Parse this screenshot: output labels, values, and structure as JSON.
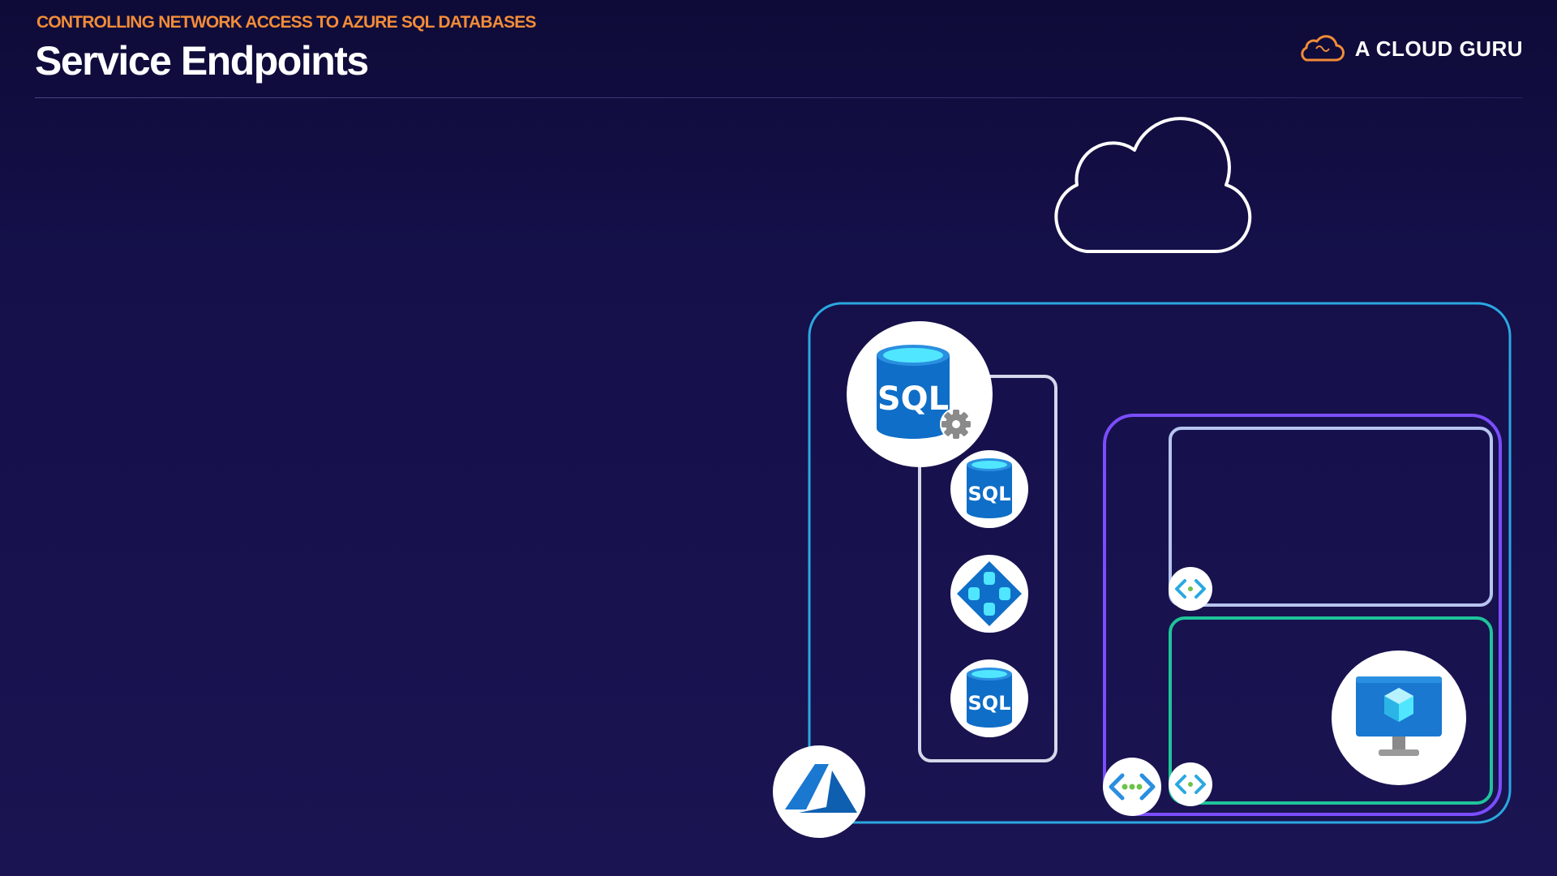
{
  "header": {
    "subtitle": "CONTROLLING NETWORK ACCESS TO AZURE SQL DATABASES",
    "title": "Service Endpoints"
  },
  "brand": {
    "name": "A CLOUD GURU",
    "logo_icon": "cloud-logo-icon"
  },
  "diagram": {
    "icons": {
      "internet": "cloud-icon",
      "sql_server": "sql-server-icon",
      "sql_database_1": "sql-database-icon",
      "elastic_pool": "elastic-pool-icon",
      "sql_database_2": "sql-database-icon",
      "azure": "azure-logo-icon",
      "vnet": "virtual-network-icon",
      "subnet_endpoint_1": "subnet-endpoint-icon",
      "subnet_endpoint_2": "subnet-endpoint-icon",
      "vm": "virtual-machine-icon"
    },
    "sql_text": "SQL",
    "colors": {
      "background": "#15104a",
      "accent_orange": "#f28c38",
      "azure_border": "#2aa8e0",
      "vnet_border": "#7b4dff",
      "subnet1_border": "#b8c4f0",
      "subnet2_border": "#1fc49a",
      "sql_blue": "#0f6ec7",
      "sql_cyan": "#50e6ff",
      "gear_gray": "#8a8a8a"
    }
  }
}
